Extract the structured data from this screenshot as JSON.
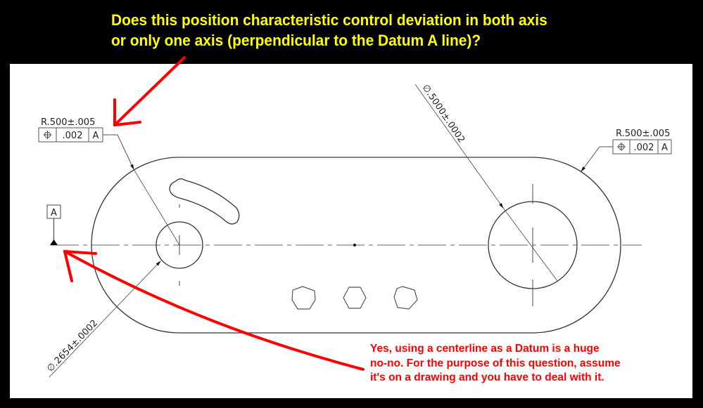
{
  "question": {
    "line1": "Does this position characteristic control deviation in both axis",
    "line2": "or only one axis (perpendicular to the Datum A line)?",
    "color": "#ffff00"
  },
  "answer_note": {
    "line1": "Yes, using a centerline as a Datum is a huge",
    "line2": "no-no.  For the purpose of this question, assume",
    "line3": "it's on a drawing and you have to deal with it.",
    "color": "#ff0000"
  },
  "drawing": {
    "left_callout": {
      "dimension": "R.500±.005",
      "fcf": {
        "symbol": "position-icon",
        "tolerance": ".002",
        "datum": "A"
      }
    },
    "right_callout": {
      "dimension": "R.500±.005",
      "fcf": {
        "symbol": "position-icon",
        "tolerance": ".002",
        "datum": "A"
      }
    },
    "datum_feature": {
      "label": "A"
    },
    "small_hole_dim": "∅.2654±.0002",
    "large_hole_dim": "∅.5000±.0002",
    "hexagon_count": 3
  }
}
